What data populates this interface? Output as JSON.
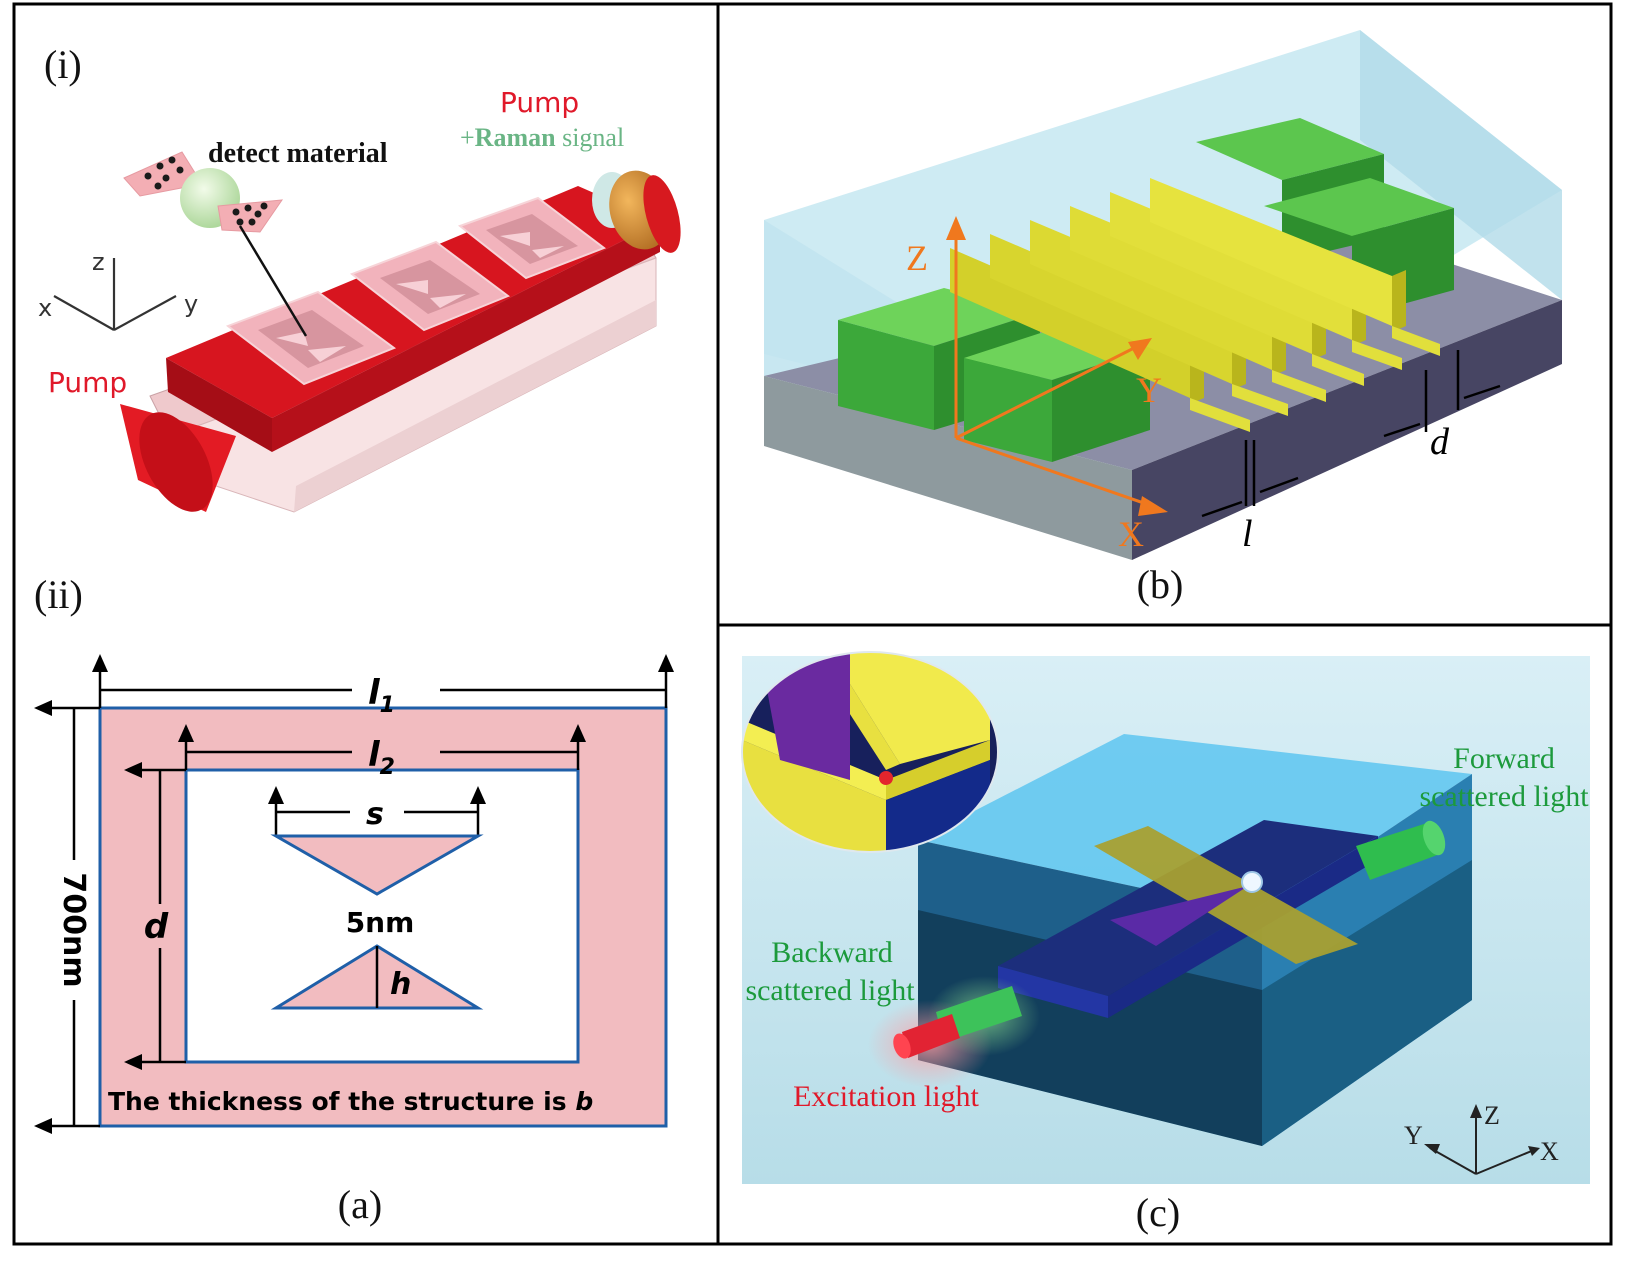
{
  "panel_a": {
    "caption": "(a)",
    "sub_i": {
      "label": "(i)",
      "pump_out": "Pump",
      "raman_plus": "+",
      "raman_word": "Raman",
      "signal_word": " signal",
      "detect_material": "detect material",
      "pump_in": "Pump",
      "axis_z": "z",
      "axis_x": "x",
      "axis_y": "y"
    },
    "sub_ii": {
      "label": "(ii)",
      "l1": "l",
      "l1_sub": "1",
      "l2": "l",
      "l2_sub": "2",
      "s": "s",
      "gap": "5nm",
      "h": "h",
      "d": "d",
      "height_700": "700nm",
      "thickness_pre": "The thickness of the structure is ",
      "thickness_b": "b"
    }
  },
  "panel_b": {
    "caption": "(b)",
    "axis_z": "Z",
    "axis_y": "Y",
    "axis_x": "X",
    "dim_l": "l",
    "dim_d": "d"
  },
  "panel_c": {
    "caption": "(c)",
    "forward_1": "Forward",
    "forward_2": "scattered light",
    "backward_1": "Backward",
    "backward_2": "scattered light",
    "excitation": "Excitation light",
    "axis_z": "Z",
    "axis_y": "Y",
    "axis_x": "X"
  },
  "colors": {
    "pump_red": "#e0192a",
    "raman_green": "#5aae78",
    "pink": "#f1b4b8",
    "frame_blue": "#1f5fa8",
    "gold": "#e6e02a",
    "green_block": "#34b33a",
    "orange_axis": "#f0781e",
    "light_green_text": "#1c9a3c"
  }
}
